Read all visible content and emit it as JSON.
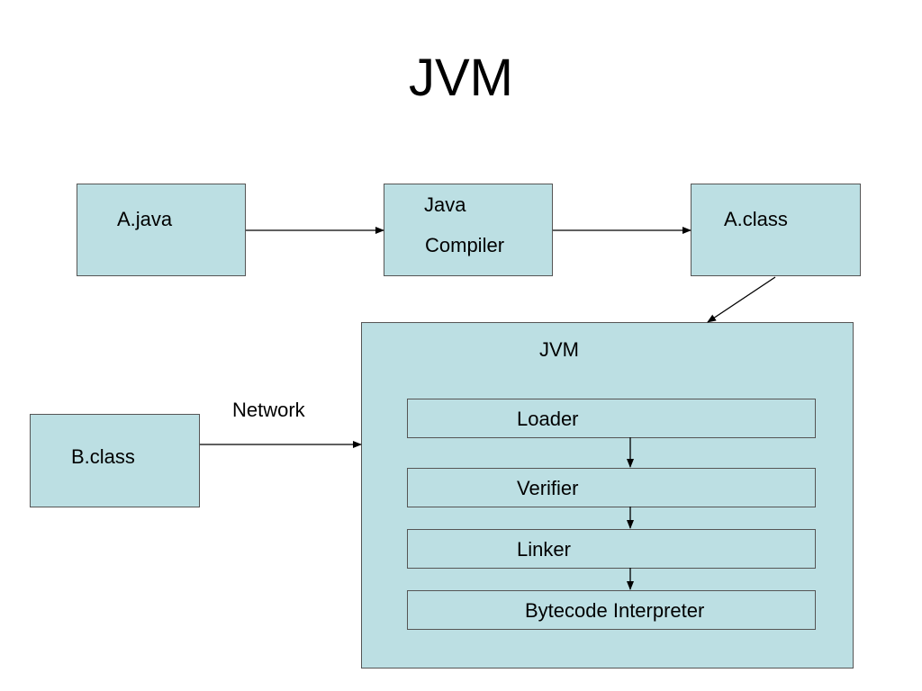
{
  "title": "JVM",
  "colors": {
    "box_fill": "#bcdfe3",
    "box_border": "#555555",
    "arrow": "#000000"
  },
  "boxes": {
    "a_java": "A.java",
    "java_compiler_line1": "Java",
    "java_compiler_line2": "Compiler",
    "a_class": "A.class",
    "b_class": "B.class"
  },
  "network_label": "Network",
  "jvm": {
    "label": "JVM",
    "stages": [
      "Loader",
      "Verifier",
      "Linker",
      "Bytecode Interpreter"
    ]
  }
}
